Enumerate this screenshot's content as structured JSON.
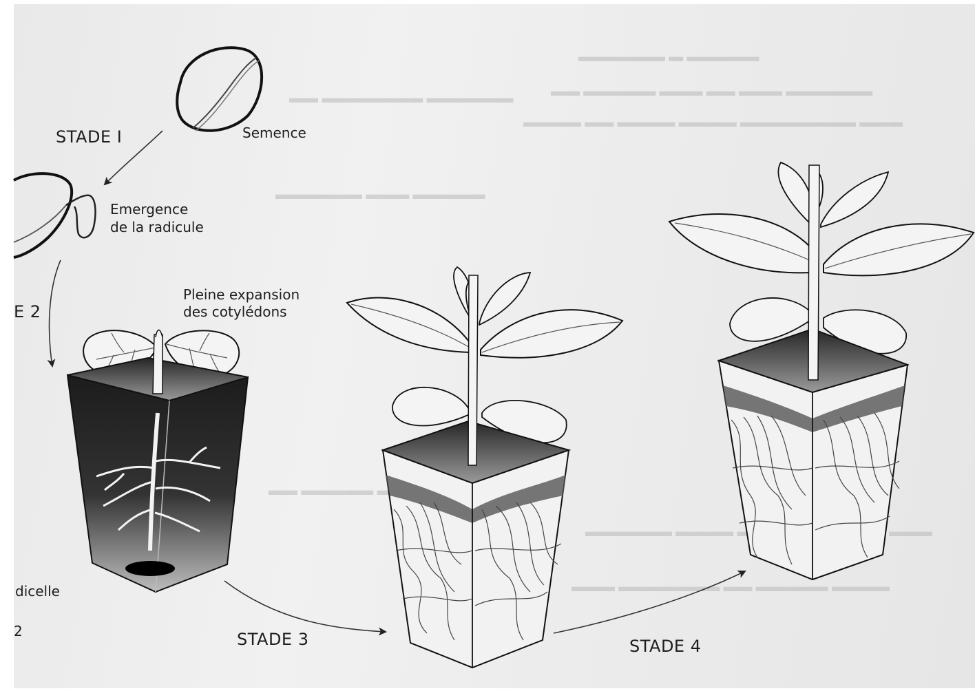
{
  "labels": {
    "stade1": "STADE I",
    "semence": "Semence",
    "emergence_line1": "Emergence",
    "emergence_line2": "de la radicule",
    "stade2_partial": "E 2",
    "pleine_line1": "Pleine expansion",
    "pleine_line2": "des cotylédons",
    "radicelle_partial": "dicelle",
    "margin_number": "2",
    "stade3": "STADE 3",
    "stade4": "STADE 4"
  },
  "colors": {
    "ink": "#1e1e1e",
    "soil_dark": "#2b2b2b",
    "paper": "#ececec"
  }
}
